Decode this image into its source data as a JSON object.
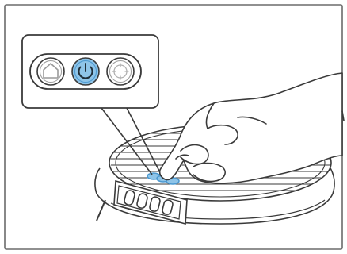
{
  "figure": {
    "frame_color": "#6b6b6b",
    "line_color": "#3a3a3a",
    "accent_color": "#4a98d0",
    "accent_fill": "#8ec4e8"
  },
  "callout": {
    "buttons": [
      {
        "name": "home-icon",
        "state": "inactive"
      },
      {
        "name": "power-icon",
        "state": "highlighted"
      },
      {
        "name": "spot-clean-icon",
        "state": "inactive"
      }
    ]
  },
  "robot": {
    "top": "grille-lid",
    "front_panel": "four-slot-display"
  }
}
